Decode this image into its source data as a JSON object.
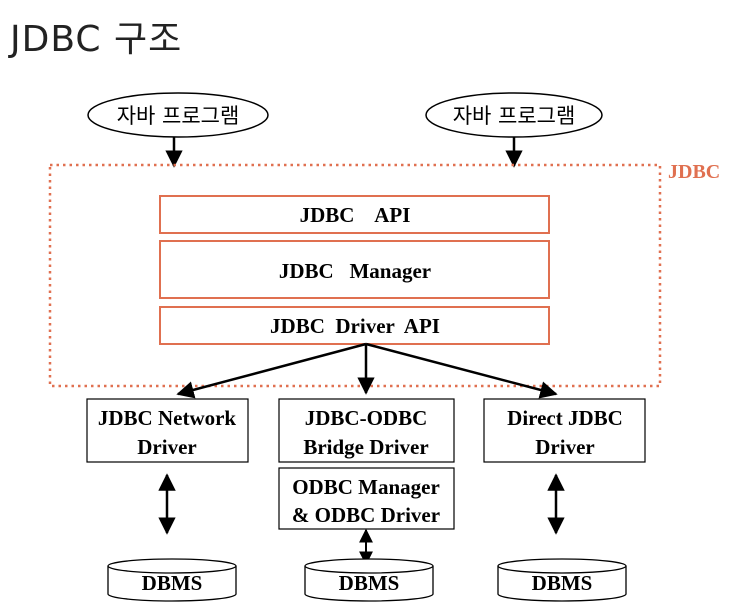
{
  "title": "JDBC 구조",
  "colors": {
    "accent": "#e07050",
    "line": "#000000",
    "text": "#000000"
  },
  "programs": [
    {
      "label": "자바 프로그램"
    },
    {
      "label": "자바 프로그램"
    }
  ],
  "jdbc_group": {
    "label": "JDBC"
  },
  "layers": {
    "api": "JDBC    API",
    "manager": "JDBC   Manager",
    "driver_api": "JDBC  Driver  API"
  },
  "drivers": [
    {
      "line1": "JDBC Network",
      "line2": "Driver"
    },
    {
      "line1": "JDBC-ODBC",
      "line2": "Bridge Driver"
    },
    {
      "line1": "Direct JDBC",
      "line2": "Driver"
    }
  ],
  "odbc": {
    "line1": "ODBC Manager",
    "line2": "& ODBC Driver"
  },
  "databases": [
    {
      "label": "DBMS"
    },
    {
      "label": "DBMS"
    },
    {
      "label": "DBMS"
    }
  ]
}
